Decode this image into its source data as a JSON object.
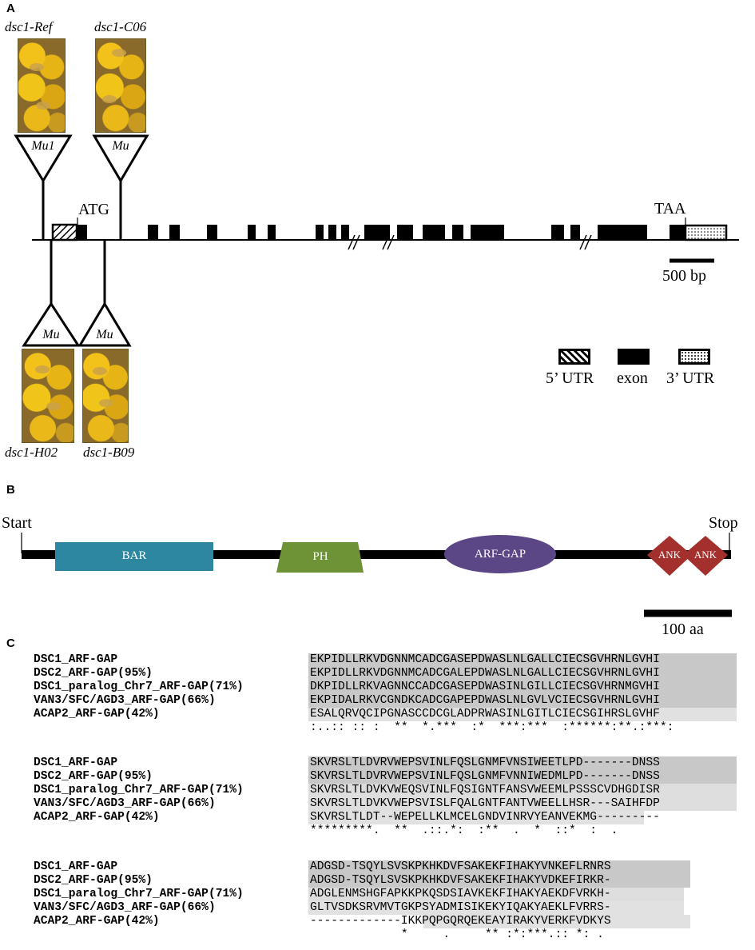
{
  "panels": {
    "a": "A",
    "b": "B",
    "c": "C"
  },
  "gene_model": {
    "alleles_top": [
      {
        "name": "dsc1-Ref",
        "insert": "Mu1"
      },
      {
        "name": "dsc1-C06",
        "insert": "Mu"
      }
    ],
    "alleles_bottom": [
      {
        "name": "dsc1-H02",
        "insert": "Mu"
      },
      {
        "name": "dsc1-B09",
        "insert": "Mu"
      }
    ],
    "atg": "ATG",
    "taa": "TAA",
    "scale": "500 bp",
    "legend": {
      "utr5": "5’ UTR",
      "exon": "exon",
      "utr3": "3’ UTR"
    }
  },
  "protein": {
    "start": "Start",
    "stop": "Stop",
    "domains": {
      "bar": "BAR",
      "ph": "PH",
      "arfgap": "ARF-GAP",
      "ank1": "ANK",
      "ank2": "ANK"
    },
    "colors": {
      "bar": "#2e87a0",
      "ph": "#6e9236",
      "arfgap": "#5b4686",
      "ank": "#a3302c"
    },
    "scale": "100 aa"
  },
  "alignment": {
    "names": [
      "DSC1_ARF-GAP",
      "DSC2_ARF-GAP(95%)",
      "DSC1_paralog_Chr7_ARF-GAP(71%)",
      "VAN3/SFC/AGD3_ARF-GAP(66%)",
      "ACAP2_ARF-GAP(42%)"
    ],
    "blocks": [
      {
        "seqs": [
          "EKPIDLLRKVDGNNMCADCGASEPDWASLNLGALLCIECSGVHRNLGVHI",
          "EKPIDLLRKVDGNNMCADCGALEPDWASLNLGALLCIECSGVHRNLGVHI",
          "DKPIDLLRKVAGNNCCADCGASEPDWASINLGILLCIECSGVHRNMGVHI",
          "EKPIDALRKVCGNDKCADCGAPEPDWASLNLGVLVCIECSGVHRNLGVHI",
          "ESALQRVQCIPGNASCCDCGLADPRWASINLGITLCIECSGIHRSLGVHF"
        ],
        "consensus": ":..:: :: :  **  *.***  :*  ***:***  :******:**.:***:"
      },
      {
        "seqs": [
          "SKVRSLTLDVRVWEPSVINLFQSLGNMFVNSIWEETLPD-------DNSS",
          "SKVRSLTLDVRVWEPSVINLFQSLGNMFVNNIWEDMLPD-------DNSS",
          "SKVRSLTLDVKVWEQSVINLFQSIGNTFANSVWEEMLPSSSCVDHGDISR",
          "SKVRSLTLDVKVWEPSVISLFQALGNTFANTVWEELLHSR---SAIHFDP",
          "SKVRSLTLDT--WEPELLKLMCELGNDVINRVYEANVEKMG---------"
        ],
        "consensus": "*********.  **  .::.*:  :**  .  *  ::*  :  ."
      },
      {
        "seqs": [
          "ADGSD-TSQYLSVSKPKHKDVFSAKEKFIHAKYVNKEFLRNRS",
          "ADGSD-TSQYLSVSKPKHKDVFSAKEKFIHAKYVDKEFIRKR-",
          "ADGLENMSHGFAPKKPKQSDSIAVKEKFIHAKYAEKDFVRKH-",
          "GLTVSDKSRVMVTGKPSYADMISIKEKYIQAKYAEKLFVRRS-",
          "-------------IKKPQPGQRQEKEAYIRAKYVERKFVDKYS"
        ],
        "consensus": "             *     .     ** :*:***.:: *: ."
      }
    ]
  }
}
